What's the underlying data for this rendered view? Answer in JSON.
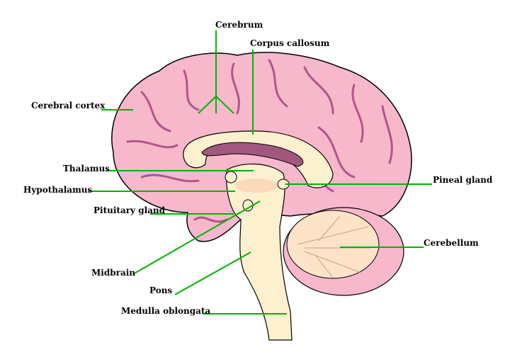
{
  "labels": {
    "cerebrum": "Cerebrum",
    "corpus_callosum": "Corpus callosum",
    "cerebral_cortex": "Cerebral cortex",
    "thalamus": "Thalamus",
    "hypothalamus": "Hypothalamus",
    "pituitary_gland": "Pituitary gland",
    "pineal_gland": "Pineal gland",
    "cerebellum": "Cerebellum",
    "midbrain": "Midbrain",
    "pons": "Pons",
    "medulla_oblongata": "Medulla oblongata"
  },
  "colors": {
    "leader_line": "#00b400",
    "cortex": "#f7b8cc",
    "cortex_fold": "#b0568a",
    "white_matter": "#fdf0cf",
    "cerebellum": "#fde3c8",
    "ventricle": "#a0587e"
  }
}
